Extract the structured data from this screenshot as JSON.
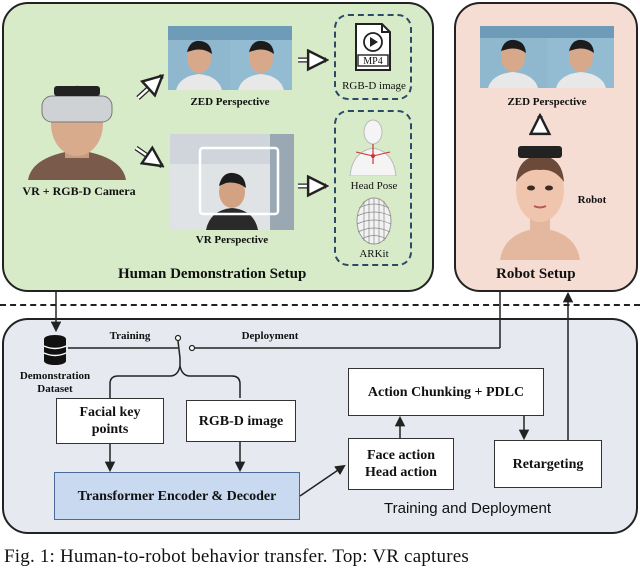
{
  "human_setup": {
    "title": "Human Demonstration Setup",
    "operator_label": "VR + RGB-D Camera",
    "zed_label": "ZED Perspective",
    "vr_label": "VR Perspective",
    "rgbd_label": "RGB-D image",
    "mp4_label": "MP4",
    "headpose_label": "Head Pose",
    "arkit_label": "ARKit"
  },
  "robot_setup": {
    "title": "Robot Setup",
    "zed_label": "ZED Perspective",
    "robot_label": "Robot"
  },
  "training": {
    "title": "Training and Deployment",
    "dataset_label_1": "Demonstration",
    "dataset_label_2": "Dataset",
    "training_label": "Training",
    "deployment_label": "Deployment",
    "facial_line1": "Facial key",
    "facial_line2": "points",
    "rgbd_box": "RGB-D image",
    "transformer": "Transformer Encoder & Decoder",
    "action_chunking": "Action Chunking + PDLC",
    "face_action": "Face action",
    "head_action": "Head action",
    "retargeting": "Retargeting"
  },
  "caption": "Fig. 1: Human-to-robot behavior transfer. Top: VR captures"
}
